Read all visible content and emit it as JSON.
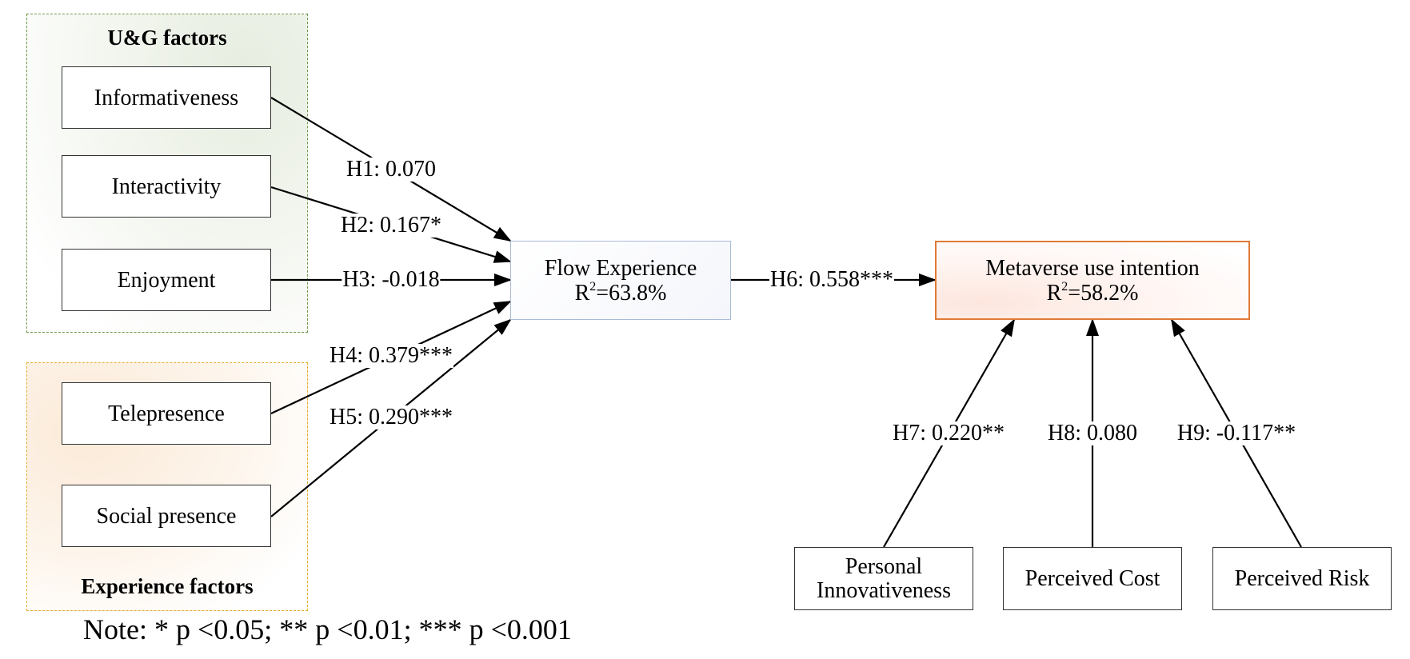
{
  "groups": {
    "ug": {
      "title": "U&G factors"
    },
    "experience": {
      "title": "Experience factors"
    }
  },
  "nodes": {
    "informativeness": "Informativeness",
    "interactivity": "Interactivity",
    "enjoyment": "Enjoyment",
    "telepresence": "Telepresence",
    "social_presence": "Social presence",
    "flow": {
      "title": "Flow Experience",
      "r2_prefix": "R",
      "r2_sup": "2",
      "r2_value": "=63.8%"
    },
    "intention": {
      "title": "Metaverse use intention",
      "r2_prefix": "R",
      "r2_sup": "2",
      "r2_value": "=58.2%"
    },
    "innovativeness": {
      "line1": "Personal",
      "line2": "Innovativeness"
    },
    "cost": "Perceived Cost",
    "risk": "Perceived Risk"
  },
  "hypotheses": {
    "h1": "H1: 0.070",
    "h2": "H2: 0.167*",
    "h3": "H3: -0.018",
    "h4": "H4: 0.379***",
    "h5": "H5: 0.290***",
    "h6": "H6: 0.558***",
    "h7": "H7: 0.220**",
    "h8": "H8: 0.080",
    "h9": "H9: -0.117**"
  },
  "note": "Note:  * p <0.05; ** p <0.01; *** p <0.001",
  "colors": {
    "ug_border": "#6f9a4a",
    "experience_border": "#e3ad2a",
    "flow_border": "#a9bbd6",
    "intention_border": "#e07a36"
  }
}
